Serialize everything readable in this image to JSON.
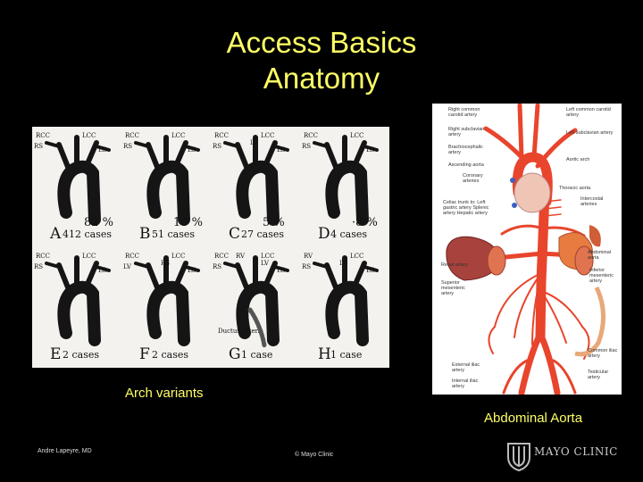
{
  "slide": {
    "title_line1": "Access Basics",
    "title_line2": "Anatomy"
  },
  "arch_variants": {
    "caption": "Arch variants",
    "cells": [
      {
        "letter": "A",
        "cases": "412 cases",
        "pct": "82 %",
        "labels": [
          "RCC",
          "LCC",
          "RS",
          "LS"
        ]
      },
      {
        "letter": "B",
        "cases": "51 cases",
        "pct": "10 %",
        "labels": [
          "RCC",
          "LCC",
          "RS",
          "LS"
        ]
      },
      {
        "letter": "C",
        "cases": "27 cases",
        "pct": "5 %",
        "labels": [
          "RCC",
          "LCC",
          "LV",
          "RS",
          "LS"
        ]
      },
      {
        "letter": "D",
        "cases": "4 cases",
        "pct": "·8 %",
        "labels": [
          "RCC",
          "LCC",
          "RS",
          "LS"
        ]
      },
      {
        "letter": "E",
        "cases": "2 cases",
        "pct": "",
        "labels": [
          "RCC",
          "LCC",
          "RS",
          "LS"
        ]
      },
      {
        "letter": "F",
        "cases": "2 cases",
        "pct": "",
        "labels": [
          "RCC",
          "LCC",
          "RS",
          "LV",
          "LS"
        ]
      },
      {
        "letter": "G",
        "cases": "1 case",
        "pct": "",
        "labels": [
          "RCC",
          "RV",
          "LCC",
          "RS",
          "LS",
          "LV"
        ]
      },
      {
        "letter": "H",
        "cases": "1 case",
        "pct": "",
        "labels": [
          "RV",
          "LCC",
          "LV",
          "RS",
          "LS"
        ]
      }
    ],
    "note": "Ductus arter."
  },
  "abdominal": {
    "caption": "Abdominal Aorta",
    "labels_left": [
      "Right common carotid artery",
      "Right subclavian artery",
      "Brachiocephalic artery",
      "Ascending aorta",
      "Coronary arteries",
      "Celiac trunk to: Left gastric artery Splenic artery Hepatic artery",
      "Renal artery",
      "Superior mesenteric artery",
      "External iliac artery",
      "Internal iliac artery"
    ],
    "labels_right": [
      "Left common carotid artery",
      "Left subclavian artery",
      "Aortic arch",
      "Thoracic aorta",
      "Intercostal arteries",
      "Abdominal aorta",
      "Inferior mesenteric artery",
      "Common iliac artery",
      "Testicular artery"
    ]
  },
  "footer": {
    "author": "Andre Lapeyre, MD",
    "copyright": "© Mayo Clinic",
    "logo_text": "MAYO CLINIC"
  },
  "colors": {
    "background": "#000000",
    "title": "#ffff66",
    "artery": "#e8452c"
  }
}
